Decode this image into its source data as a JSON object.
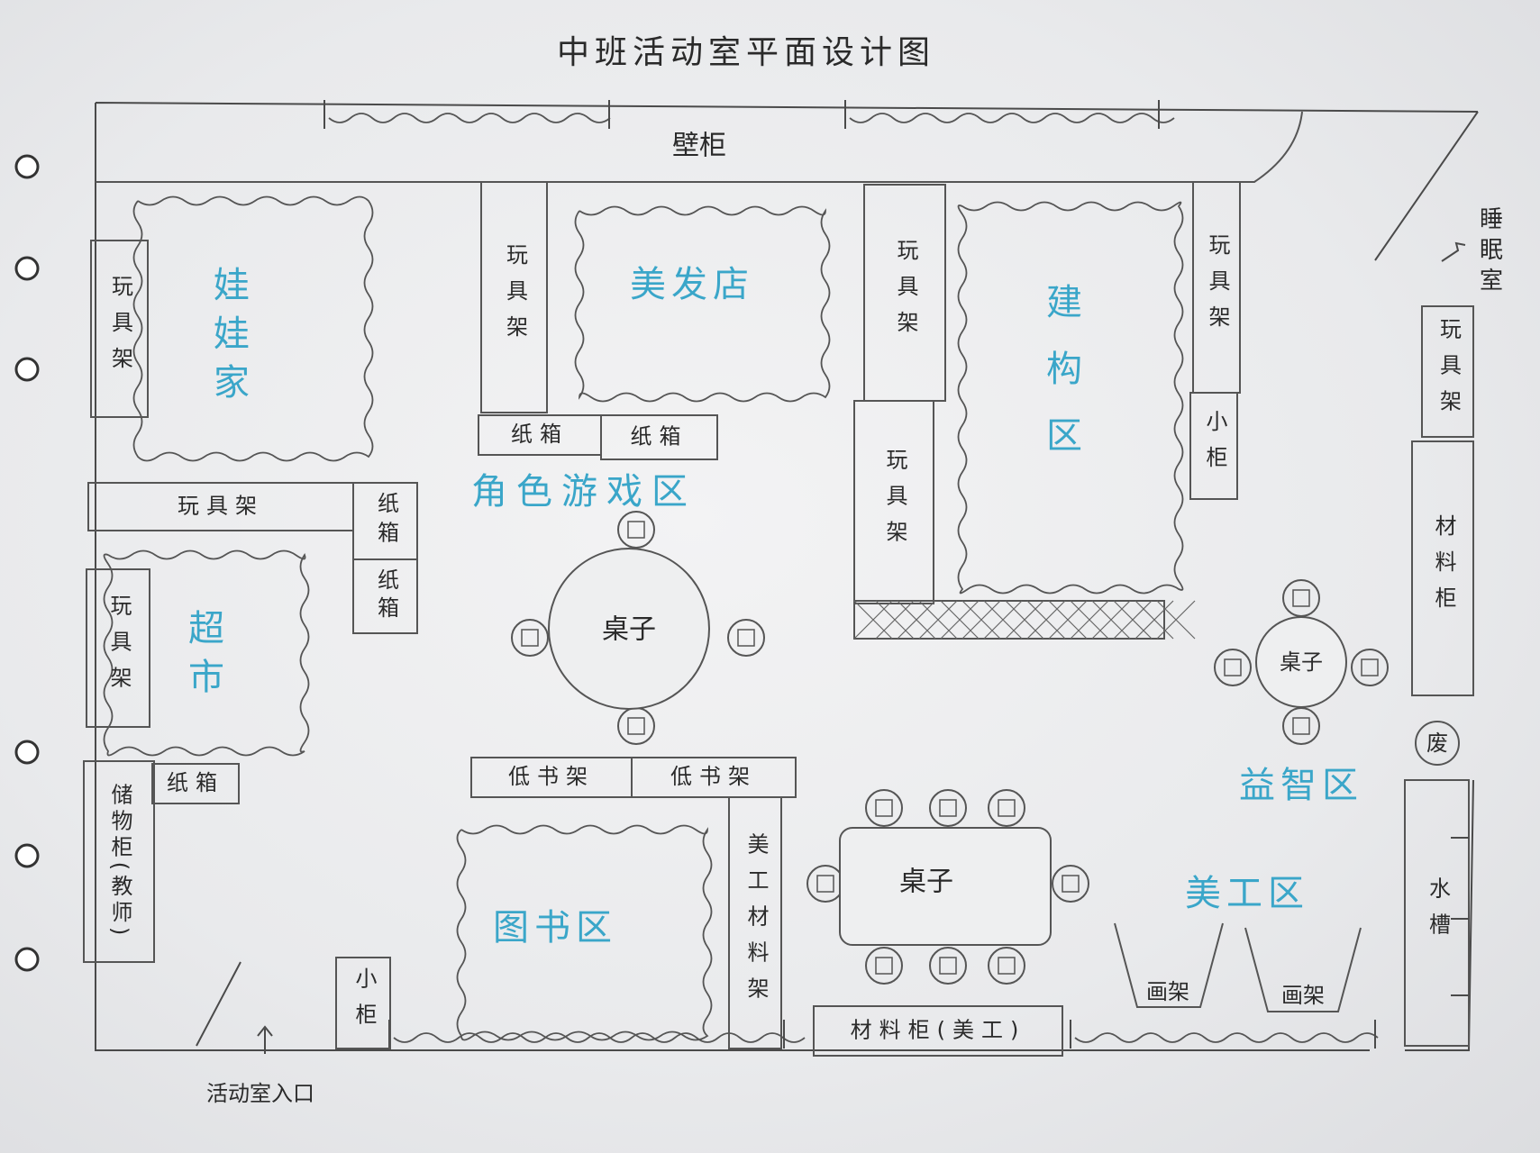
{
  "title": "中班活动室平面设计图",
  "colors": {
    "zone_label": "#3aa6c9",
    "ink": "#4a4a4a",
    "paper": "#eeeff0"
  },
  "furniture": {
    "wall_cabinet": "壁柜",
    "toy_shelf": "玩具架",
    "carton": "纸箱",
    "small_cabinet": "小柜",
    "table": "桌子",
    "low_bookshelf": "低书架",
    "art_material_shelf": "美工材料架",
    "material_cabinet": "材料柜",
    "art_material_cabinet": "材料柜(美工)",
    "easel": "画架",
    "storage_cabinet": "储物柜(教师)",
    "sink": "水槽",
    "trash": "废"
  },
  "zones": {
    "doll_house": "娃娃家",
    "hair_salon": "美发店",
    "role_play": "角色游戏区",
    "construction": "建构区",
    "supermarket": "超市",
    "library": "图书区",
    "puzzle": "益智区",
    "art": "美工区"
  },
  "rooms": {
    "bedroom": "睡眠室",
    "entrance": "活动室入口"
  }
}
